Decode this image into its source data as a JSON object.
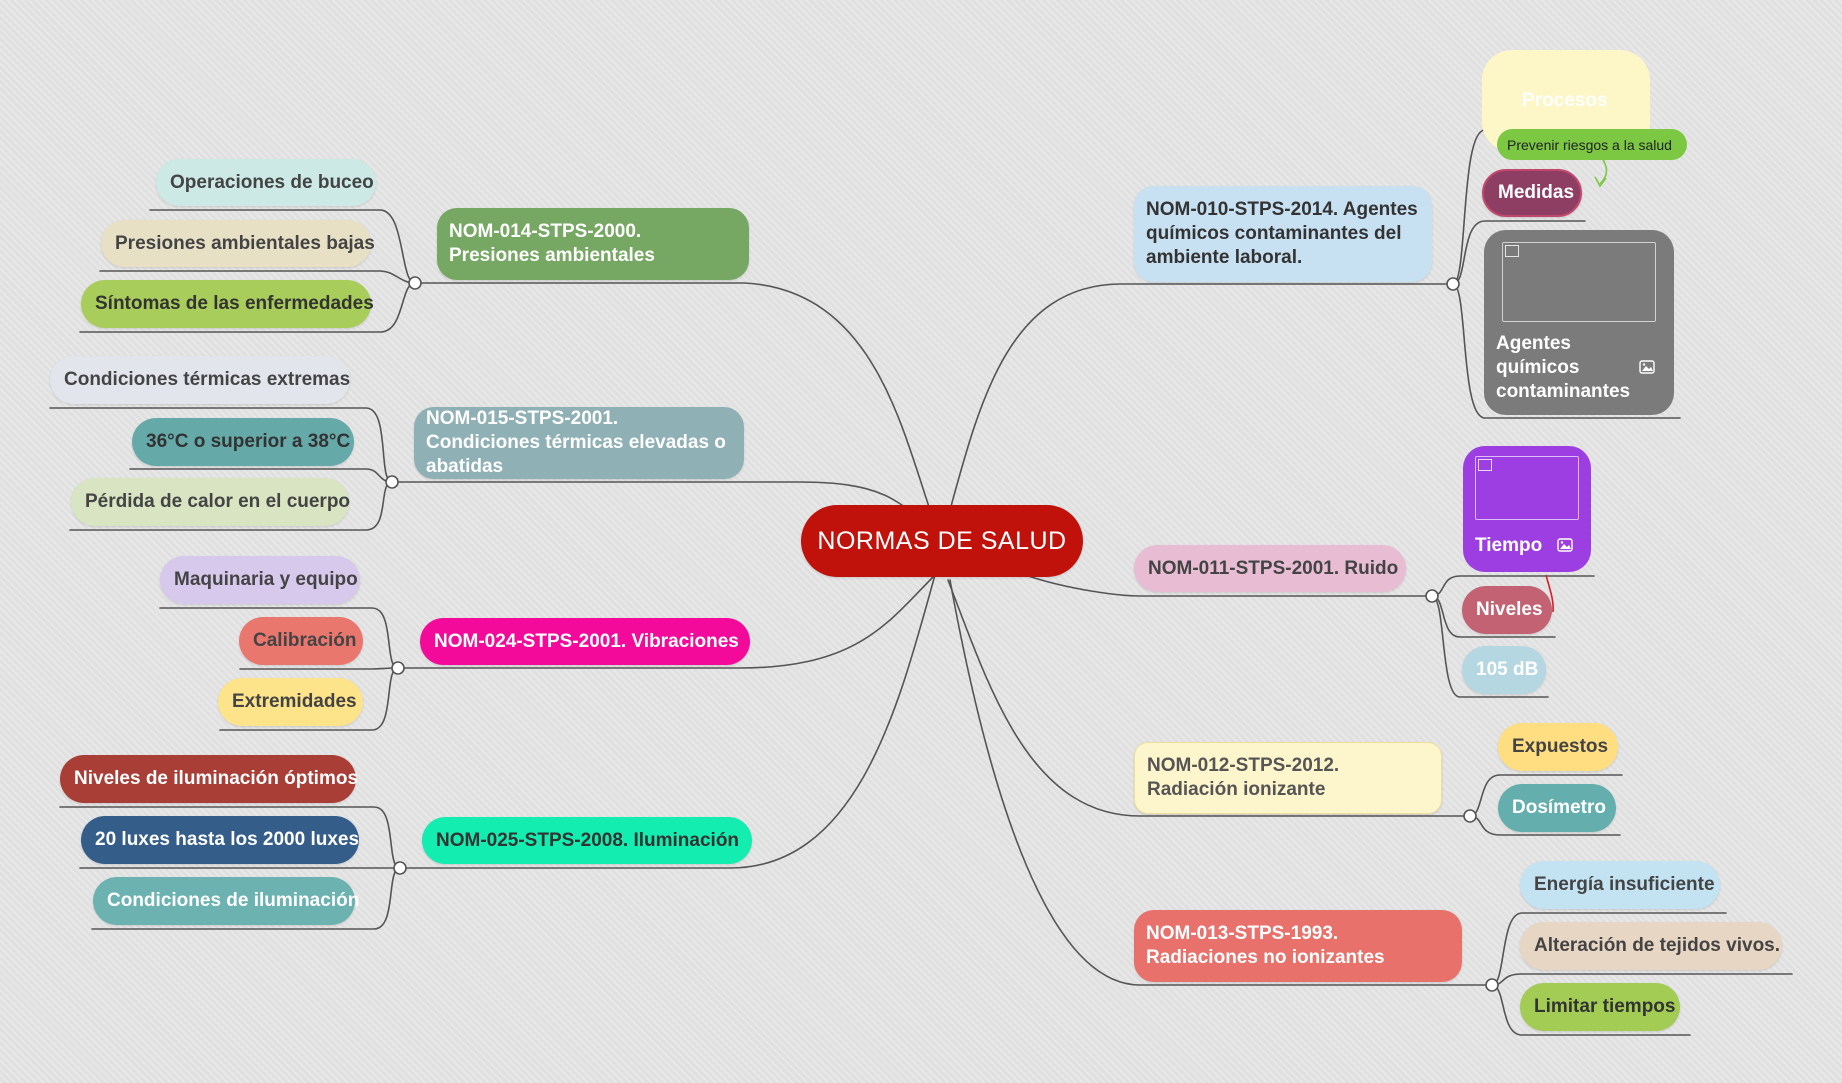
{
  "title": "NORMAS DE SALUD",
  "colors": {
    "line": "#555555",
    "central": "#c0110b",
    "annotation_green": "#7cc843",
    "annotation_red": "#d81f2a"
  },
  "branches": [
    {
      "label": "NOM-014-STPS-2000. Presiones ambientales",
      "color": "#76a863",
      "text_color": "#ffffff",
      "children": [
        {
          "label": "Operaciones de buceo",
          "color": "#cce9e6",
          "text_color": "#444444"
        },
        {
          "label": "Presiones ambientales bajas",
          "color": "#e7e0c5",
          "text_color": "#444444"
        },
        {
          "label": "Síntomas de las enfermedades",
          "color": "#a9cd5b",
          "text_color": "#333333"
        }
      ]
    },
    {
      "label": "NOM-015-STPS-2001. Condiciones térmicas elevadas o abatidas",
      "color": "#8fb0b5",
      "text_color": "#ffffff",
      "children": [
        {
          "label": "Condiciones térmicas extremas",
          "color": "#e2e6ec",
          "text_color": "#444444"
        },
        {
          "label": "36°C o superior a 38°C",
          "color": "#66a9a9",
          "text_color": "#333333"
        },
        {
          "label": "Pérdida de calor en el cuerpo",
          "color": "#d9e4c3",
          "text_color": "#444444"
        }
      ]
    },
    {
      "label": "NOM-024-STPS-2001. Vibraciones",
      "color": "#f30a9a",
      "text_color": "#ffffff",
      "children": [
        {
          "label": "Maquinaria y equipo",
          "color": "#d7c9ec",
          "text_color": "#444444"
        },
        {
          "label": "Calibración",
          "color": "#e9776e",
          "text_color": "#444444"
        },
        {
          "label": "Extremidades",
          "color": "#fde38a",
          "text_color": "#444444"
        }
      ]
    },
    {
      "label": "NOM-025-STPS-2008. Iluminación",
      "color": "#13eeb0",
      "text_color": "#333333",
      "children": [
        {
          "label": "Niveles de iluminación óptimos",
          "color": "#a83e36",
          "text_color": "#ffffff"
        },
        {
          "label": "20 luxes hasta los 2000 luxes",
          "color": "#345d8a",
          "text_color": "#ffffff"
        },
        {
          "label": "Condiciones de iluminación",
          "color": "#6bb2b1",
          "text_color": "#ffffff"
        }
      ]
    },
    {
      "label": "NOM-010-STPS-2014. Agentes químicos contaminantes del ambiente laboral.",
      "color": "#c7e1f2",
      "text_color": "#333333",
      "children": [
        {
          "label": "Procesos",
          "color": "#fdf6c6",
          "text_color": "#ffffff"
        },
        {
          "label": "Medidas",
          "color": "#8e3e62",
          "text_color": "#ffffff"
        },
        {
          "label": "Agentes químicos contaminantes",
          "color": "#7b7b7b",
          "text_color": "#ffffff",
          "icon": "image-icon"
        }
      ]
    },
    {
      "label": "NOM-011-STPS-2001. Ruido",
      "color": "#e8bdd3",
      "text_color": "#444444",
      "children": [
        {
          "label": "Tiempo",
          "color": "#9d3ee2",
          "text_color": "#ffffff",
          "icon": "image-icon"
        },
        {
          "label": "Niveles",
          "color": "#c26273",
          "text_color": "#ffffff"
        },
        {
          "label": "105 dB",
          "color": "#b5d7e2",
          "text_color": "#ffffff"
        }
      ]
    },
    {
      "label": "NOM-012-STPS-2012. Radiación ionizante",
      "color": "#fdf5cc",
      "text_color": "#555555",
      "children": [
        {
          "label": "Expuestos",
          "color": "#fede80",
          "text_color": "#444444"
        },
        {
          "label": "Dosímetro",
          "color": "#64aeae",
          "text_color": "#ffffff"
        }
      ]
    },
    {
      "label": "NOM-013-STPS-1993. Radiaciones no ionizantes",
      "color": "#e8716c",
      "text_color": "#ffffff",
      "children": [
        {
          "label": "Energía insuficiente",
          "color": "#c3e3f2",
          "text_color": "#444444"
        },
        {
          "label": "Alteración de tejidos vivos.",
          "color": "#e8d6c4",
          "text_color": "#444444"
        },
        {
          "label": "Limitar tiempos",
          "color": "#a3cc55",
          "text_color": "#333333"
        }
      ]
    }
  ],
  "annotation": {
    "label": "Prevenir riesgos a la salud",
    "color": "#7cc843",
    "text_color": "#222222"
  }
}
